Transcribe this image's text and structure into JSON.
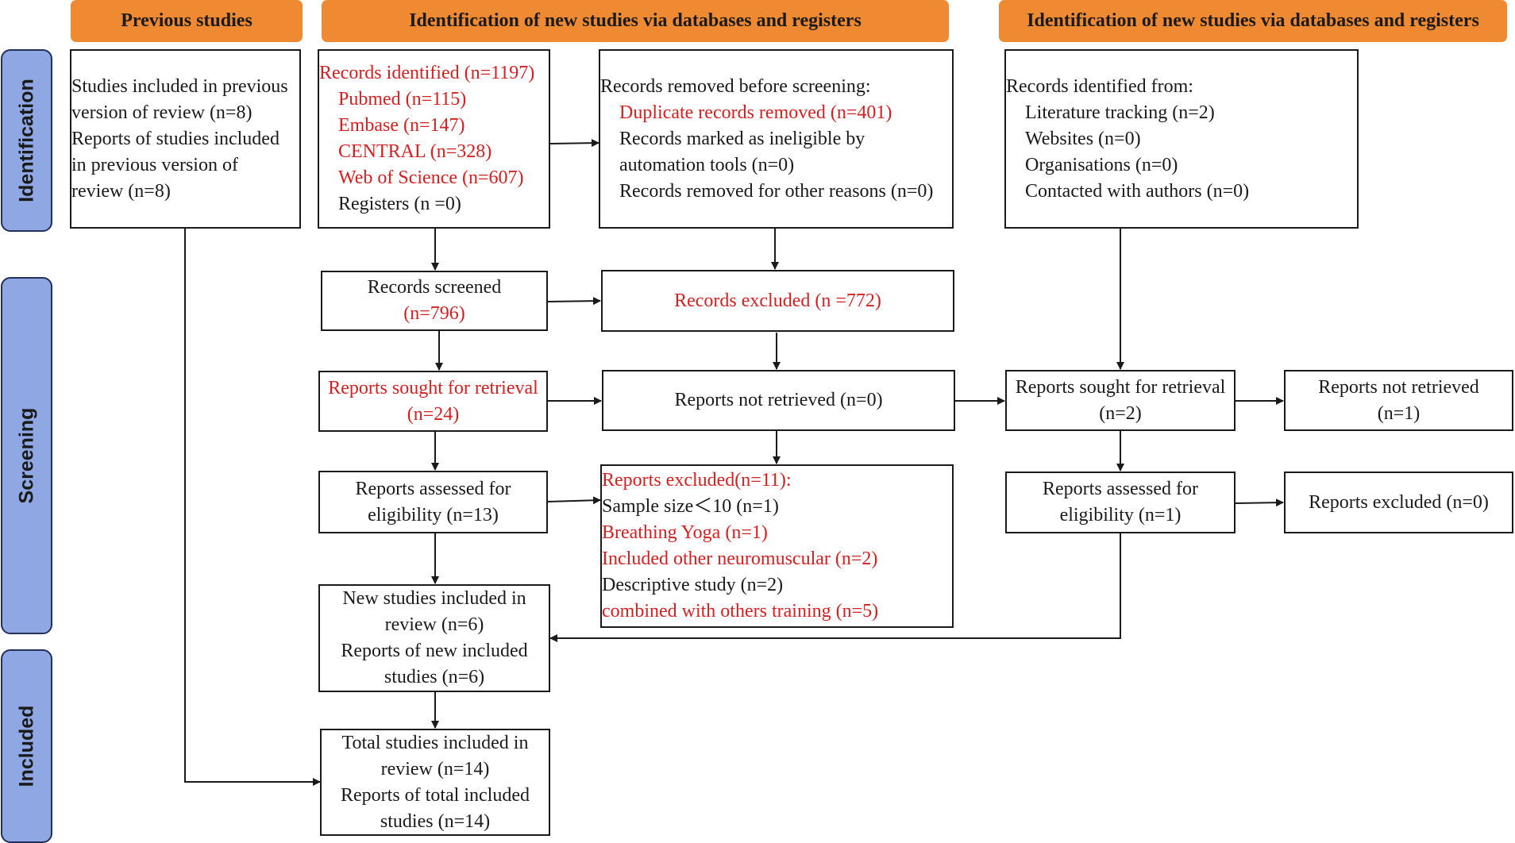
{
  "colors": {
    "header_fill": "#f08a32",
    "stage_fill": "#8fa8e3",
    "stage_border": "#22305a",
    "highlight_text": "#d42020",
    "normal_text": "#1a1a1a"
  },
  "headers": {
    "previous": "Previous studies",
    "databases": "Identification of new studies via databases and registers",
    "other": "Identification of new studies via databases and registers"
  },
  "stages": {
    "identification": "Identification",
    "screening": "Screening",
    "included": "Included"
  },
  "previous": {
    "studies_box": [
      "Studies included in previous",
      "version of review (n=8)",
      "Reports of studies included",
      "in previous version of",
      "review (n=8)"
    ]
  },
  "databases": {
    "records_identified": {
      "title": "Records identified (n=1197)",
      "pubmed": "Pubmed (n=115)",
      "embase": "Embase (n=147)",
      "central": "CENTRAL (n=328)",
      "wos": "Web of Science (n=607)",
      "registers": "Registers (n =0)"
    },
    "removed": {
      "title": "Records removed before screening:",
      "duplicates": "Duplicate records removed (n=401)",
      "ineligible_1": "Records marked as ineligible by",
      "ineligible_2": "automation tools (n=0)",
      "other": "Records removed for other reasons (n=0)"
    },
    "screened": {
      "line1": "Records screened",
      "line2": "(n=796)"
    },
    "excluded": "Records excluded (n =772)",
    "sought": {
      "line1": "Reports sought for retrieval",
      "line2": "(n=24)"
    },
    "not_retrieved": "Reports not retrieved (n=0)",
    "assessed": {
      "line1": "Reports assessed for",
      "line2": "eligibility (n=13)"
    },
    "reports_excluded": {
      "title": "Reports excluded(n=11):",
      "sample_size": "Sample size＜10 (n=1)",
      "breathing": "Breathing Yoga (n=1)",
      "neuromuscular": "Included other neuromuscular (n=2)",
      "descriptive": "Descriptive study (n=2)",
      "combined": "combined with others training (n=5)"
    },
    "new_included": [
      "New studies included in",
      "review (n=6)",
      "Reports of new included",
      "studies (n=6)"
    ],
    "total_included": [
      "Total studies included in",
      "review (n=14)",
      "Reports of total included",
      "studies (n=14)"
    ]
  },
  "other": {
    "identified": {
      "title": "Records identified from:",
      "literature": "Literature tracking (n=2)",
      "websites": "Websites (n=0)",
      "organisations": "Organisations (n=0)",
      "authors": "Contacted with authors (n=0)"
    },
    "sought": {
      "line1": "Reports sought for retrieval",
      "line2": "(n=2)"
    },
    "not_retrieved": {
      "line1": "Reports not retrieved",
      "line2": "(n=1)"
    },
    "assessed": {
      "line1": "Reports assessed for",
      "line2": "eligibility (n=1)"
    },
    "excluded": "Reports excluded (n=0)"
  }
}
